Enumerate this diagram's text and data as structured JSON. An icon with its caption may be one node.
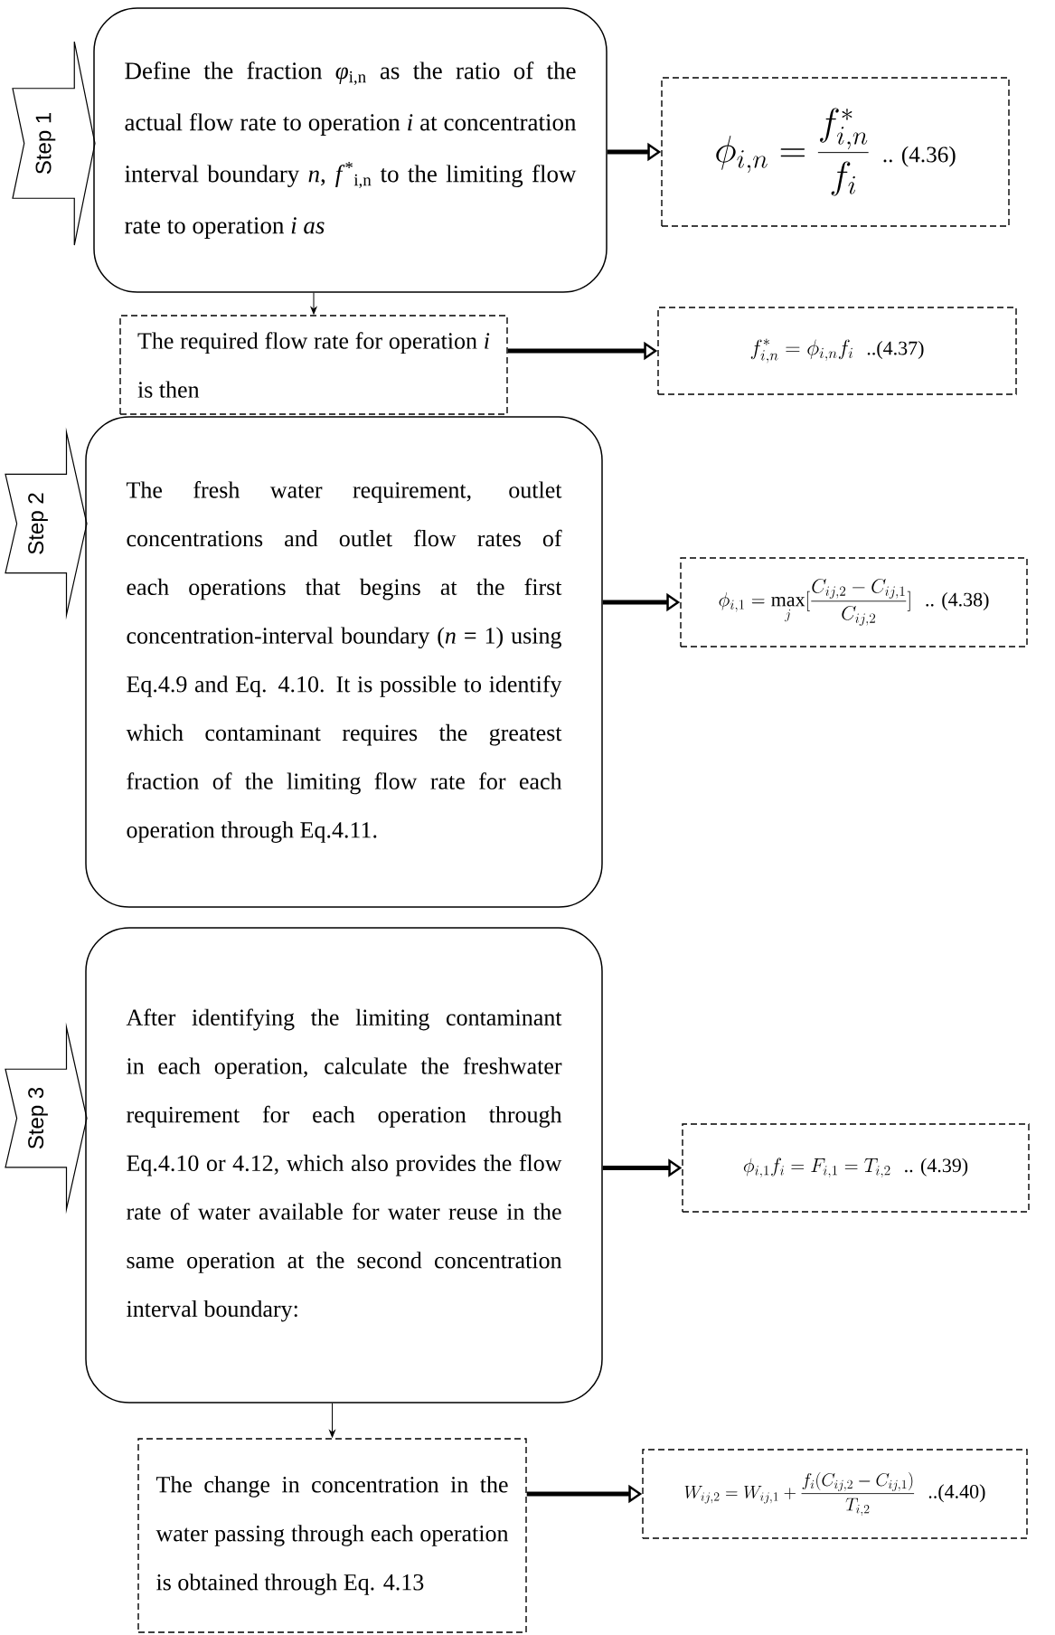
{
  "diagram": {
    "nodes": [
      {
        "text": [
          "Step 1"
        ]
      },
      {
        "text": [
          "Define the fraction *φ*$_{i,n}$ as the ratio of the actual flow rate to operation *i* at concentration interval boundary *n*, *f*$^{*}$$_{i,n}$ to the limiting flow rate to operation *i as*"
        ]
      },
      {
        "text": [
          "\\phi_{i,n}=\\frac{f_{i,n}^{*}}{f_i}",
          ".. (4.36)"
        ]
      },
      {
        "text": [
          "The required flow rate for operation *i* is then"
        ]
      },
      {
        "text": [
          "f_{i,n}^{*}=\\phi_{i,n}f_i",
          "..(4.37)"
        ]
      },
      {
        "text": [
          "Step 2"
        ]
      },
      {
        "text": [
          "The fresh water requirement, outlet concentrations and outlet flow rates of each operations that begins at the first concentration-interval boundary (*n* = 1) using Eq.4.9 and Eq. 4.10. It is possible to identify which contaminant requires the greatest fraction of the limiting flow rate for each operation through Eq.4.11."
        ]
      },
      {
        "text": [
          "\\phi_{i,1}=\\max_{j}[\\frac{C_{ij,2}-C_{ij,1}}{C_{ij,2}}]",
          ".. (4.38)"
        ]
      },
      {
        "text": [
          "Step 3"
        ]
      },
      {
        "text": [
          "After identifying the limiting contaminant in each operation, calculate the freshwater requirement for each operation through Eq.4.10 or 4.12, which also provides the flow rate of water available for water reuse in the same operation at the second concentration interval boundary:"
        ]
      },
      {
        "text": [
          "\\phi_{i,1}f_i=F_{i,1}=T_{i,2}",
          ".. (4.39)"
        ]
      },
      {
        "text": [
          "The change in concentration in the water passing through each operation is obtained through Eq. 4.13"
        ]
      },
      {
        "text": [
          "W_{ij,2}=W_{ij,1}+\\frac{f_i(C_{ij,2}-C_{ij,1})}{T_{i,2}}",
          "..(4.40)"
        ]
      }
    ],
    "edges": [
      {
        "from": 1,
        "to": 2,
        "arrow": "to"
      },
      {
        "from": 1,
        "to": 3,
        "arrow": "to"
      },
      {
        "from": 3,
        "to": 4,
        "arrow": "to"
      },
      {
        "from": 6,
        "to": 7,
        "arrow": "to"
      },
      {
        "from": 9,
        "to": 10,
        "arrow": "to"
      },
      {
        "from": 9,
        "to": 11,
        "arrow": "to"
      },
      {
        "from": 11,
        "to": 12,
        "arrow": "to"
      }
    ]
  }
}
